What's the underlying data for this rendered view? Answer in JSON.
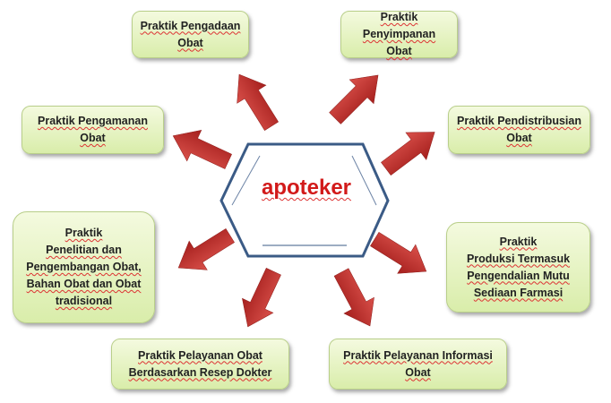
{
  "center": {
    "label": "apoteker"
  },
  "boxes": [
    {
      "label": "Praktik Pengadaan\nObat"
    },
    {
      "label": "Praktik Penyimpanan\nObat"
    },
    {
      "label": "Praktik Pengamanan\nObat"
    },
    {
      "label": "Praktik Pendistribusian\nObat"
    },
    {
      "label": "Praktik\nPenelitian dan\nPengembangan Obat,\nBahan Obat dan Obat\ntradisional"
    },
    {
      "label": "Praktik\nProduksi Termasuk\nPengendalian Mutu\nSediaan Farmasi"
    },
    {
      "label": "Praktik Pelayanan Obat\nBerdasarkan Resep Dokter"
    },
    {
      "label": "Praktik Pelayanan Informasi\nObat"
    }
  ],
  "colors": {
    "arrow": "#c0302c",
    "hexagon": "#3b5b86",
    "center_text": "#d21a1a",
    "box_fill": "#e4f2c2"
  }
}
